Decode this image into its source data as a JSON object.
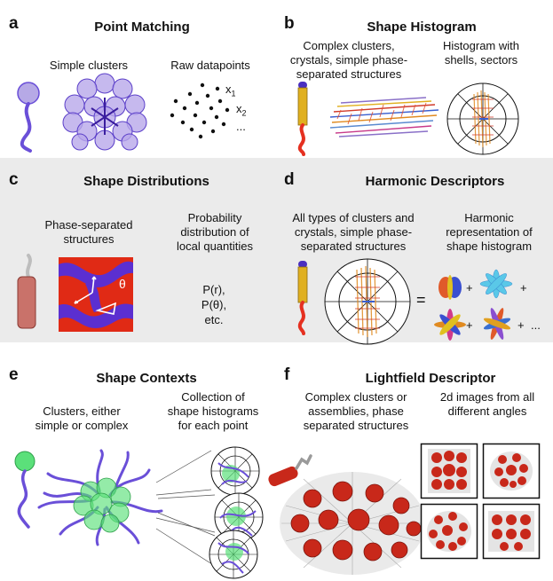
{
  "panels": {
    "a": {
      "letter": "a",
      "title": "Point Matching",
      "cap_left": "Simple clusters",
      "cap_right": "Raw datapoints",
      "labels": {
        "x1": "x",
        "x1_sub": "1",
        "x2": "x",
        "x2_sub": "2",
        "dots": "..."
      }
    },
    "b": {
      "letter": "b",
      "title": "Shape Histogram",
      "cap_left": "Complex clusters,\ncrystals, simple phase-\nseparated structures",
      "cap_right": "Histogram with\nshells, sectors"
    },
    "c": {
      "letter": "c",
      "title": "Shape Distributions",
      "cap_left": "Phase-separated\nstructures",
      "cap_right": "Probability\ndistribution of\nlocal quantities",
      "theta": "θ",
      "formulas": "P(r),\nP(θ),\netc."
    },
    "d": {
      "letter": "d",
      "title": "Harmonic Descriptors",
      "cap_left": "All types of clusters and\ncrystals, simple phase-\nseparated structures",
      "cap_right": "Harmonic\nrepresentation of\nshape histogram",
      "equals": "=",
      "plus": "+",
      "ellipsis": "..."
    },
    "e": {
      "letter": "e",
      "title": "Shape Contexts",
      "cap_left": "Clusters, either\nsimple or complex",
      "cap_right": "Collection of\nshape histograms\nfor each point"
    },
    "f": {
      "letter": "f",
      "title": "Lightfield Descriptor",
      "cap_left": "Complex clusters or\nassemblies,  phase\nseparated structures",
      "cap_right": "2d images from all\ndifferent angles"
    }
  },
  "colors": {
    "purple": "#6a4fd8",
    "red": "#d42a1a",
    "green": "#4bd66a",
    "gray_panel": "#ebebeb",
    "yellow": "#e0b020"
  }
}
